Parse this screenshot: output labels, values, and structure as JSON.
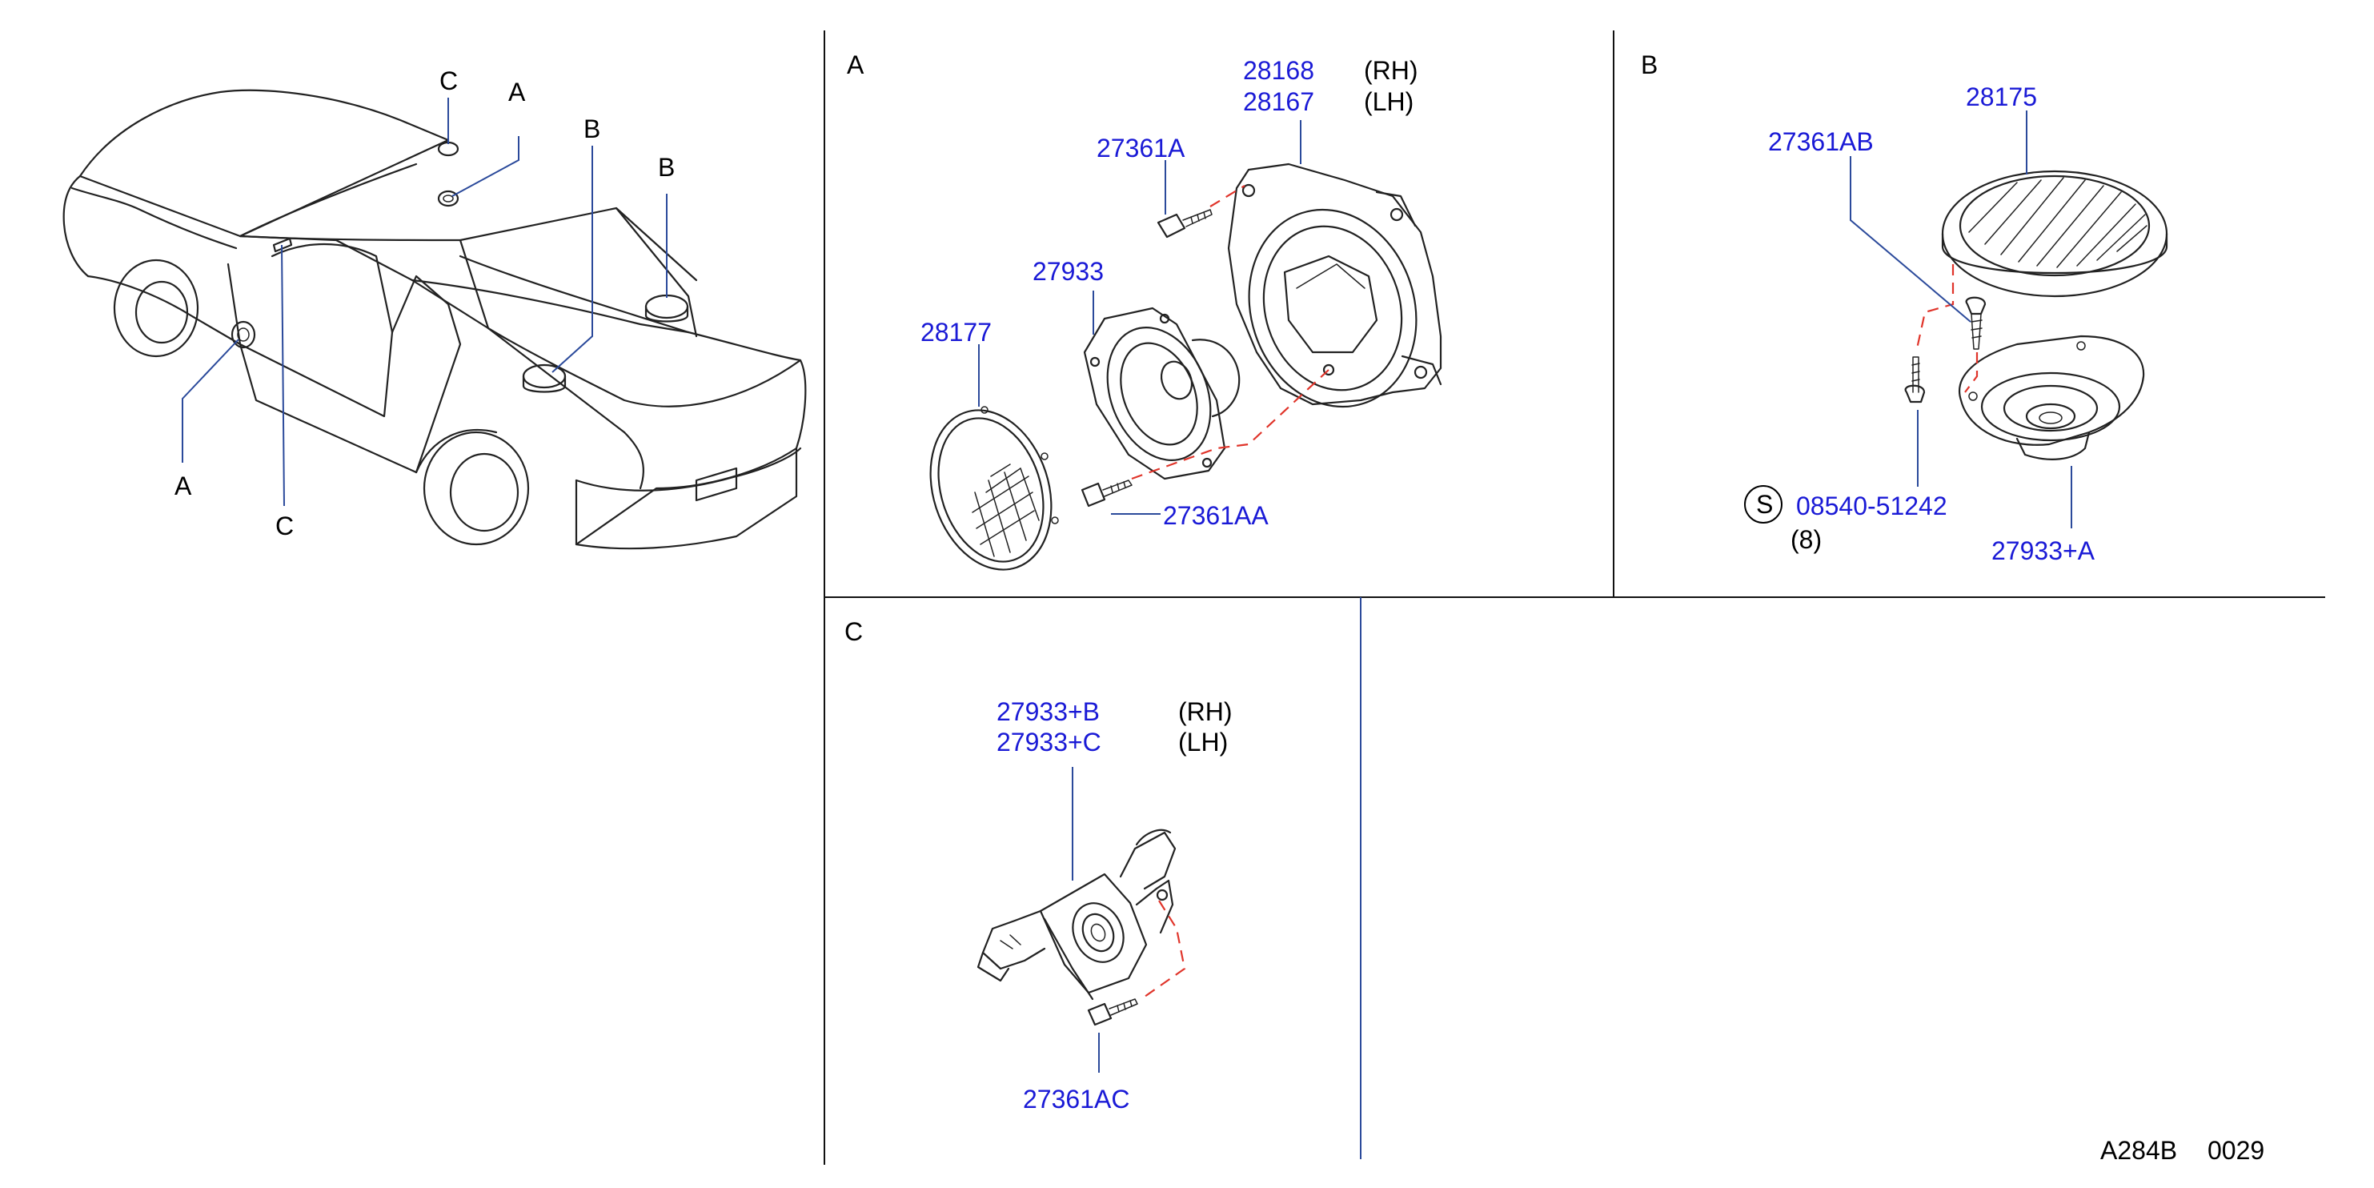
{
  "colors": {
    "part_number": "#1a1ad6",
    "text": "#000000",
    "leader": "#2b4a9b",
    "assembly_dash": "#e0342a"
  },
  "overview": {
    "callouts": {
      "c_top": "C",
      "a_top": "A",
      "b_mid": "B",
      "b_right": "B",
      "a_bottom": "A",
      "c_bottom": "C"
    }
  },
  "section_a": {
    "label": "A",
    "parts": {
      "p28168": "28168",
      "p28168_side": "(RH)",
      "p28167": "28167",
      "p28167_side": "(LH)",
      "p27361A": "27361A",
      "p27933": "27933",
      "p28177": "28177",
      "p27361AA": "27361AA"
    }
  },
  "section_b": {
    "label": "B",
    "parts": {
      "p28175": "28175",
      "p27361AB": "27361AB",
      "std_symbol": "S",
      "p08540": "08540-51242",
      "p08540_qty": "(8)",
      "p27933A": "27933+A"
    }
  },
  "section_c": {
    "label": "C",
    "parts": {
      "p27933B": "27933+B",
      "p27933B_side": "(RH)",
      "p27933C": "27933+C",
      "p27933C_side": "(LH)",
      "p27361AC": "27361AC"
    }
  },
  "footer": {
    "ref_code": "A284B",
    "ref_number": "0029"
  }
}
